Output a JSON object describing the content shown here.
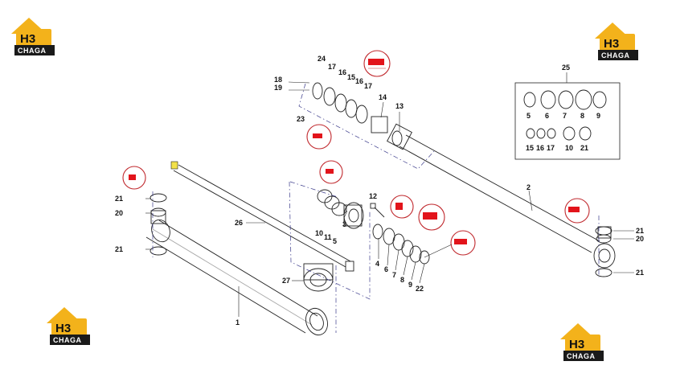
{
  "brand": {
    "logo_mark": "H3",
    "logo_text": "CHAGA",
    "accent_color": "#f3b21b",
    "dark_color": "#1a1a1a",
    "callout_color": "#c0282d"
  },
  "kit": {
    "number": "25"
  },
  "labels": {
    "l1": "1",
    "l2": "2",
    "l3": "3",
    "l4": "4",
    "l5a": "5",
    "l5b": "5",
    "l6a": "6",
    "l6b": "6",
    "l7a": "7",
    "l7b": "7",
    "l8a": "8",
    "l8b": "8",
    "l9a": "9",
    "l9b": "9",
    "l10a": "10",
    "l10b": "10",
    "l11": "11",
    "l12": "12",
    "l13": "13",
    "l14": "14",
    "l15a": "15",
    "l15b": "15",
    "l16a": "16",
    "l16b": "16",
    "l16c": "16",
    "l17a": "17",
    "l17b": "17",
    "l17c": "17",
    "l18": "18",
    "l19": "19",
    "l20a": "20",
    "l20b": "20",
    "l21a": "21",
    "l21b": "21",
    "l21c": "21",
    "l21d": "21",
    "l21e": "21",
    "l22": "22",
    "l23": "23",
    "l24": "24",
    "l26": "26",
    "l27": "27"
  }
}
